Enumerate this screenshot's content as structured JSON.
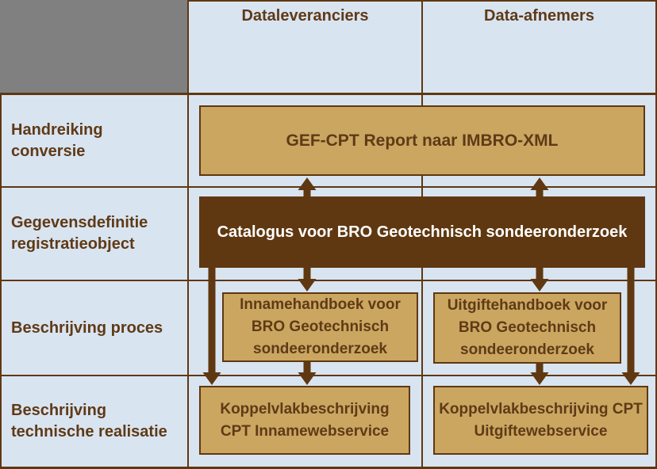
{
  "palette": {
    "background": "#d9e4f1",
    "corner_gray": "#808080",
    "tan": "#cba661",
    "dark_brown": "#5f3811",
    "text_brown": "#5f3a16",
    "white": "#ffffff"
  },
  "headers": {
    "columns": [
      "Dataleveranciers",
      "Data-afnemers"
    ]
  },
  "rows": [
    "Handreiking conversie",
    "Gegevensdefinitie registratieobject",
    "Beschrijving proces",
    "Beschrijving technische realisatie"
  ],
  "boxes": {
    "gef_cpt": "GEF-CPT Report naar IMBRO-XML",
    "catalogus": "Catalogus voor BRO Geotechnisch sondeeronderzoek",
    "innamehandboek": "Innamehandboek voor BRO Geotechnisch sondeeronderzoek",
    "uitgiftehandboek": "Uitgiftehandboek voor BRO Geotechnisch sondeeronderzoek",
    "koppelvlak_inname": "Koppelvlakbeschrijving CPT Innamewebservice",
    "koppelvlak_uitgifte": "Koppelvlakbeschrijving CPT Uitgiftewebservice"
  }
}
